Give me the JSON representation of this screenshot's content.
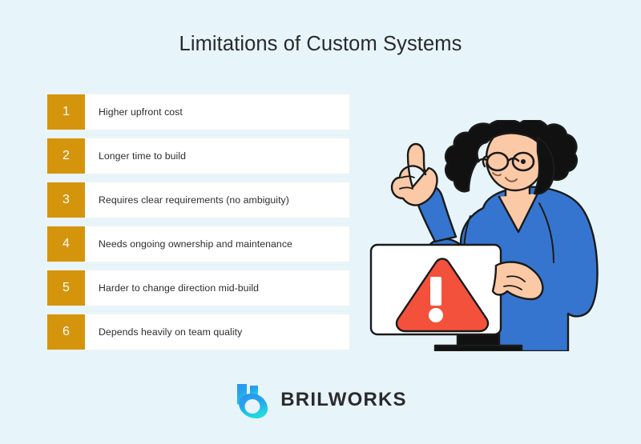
{
  "page": {
    "background_color": "#e7f5fb",
    "title": "Limitations of Custom Systems",
    "title_color": "#2a2a2a"
  },
  "list": {
    "accent_color": "#d4950d",
    "row_background": "#ffffff",
    "text_color": "#2d2d2d",
    "items": [
      {
        "number": "1",
        "label": "Higher upfront cost"
      },
      {
        "number": "2",
        "label": "Longer time to build"
      },
      {
        "number": "3",
        "label": "Requires clear requirements (no ambiguity)"
      },
      {
        "number": "4",
        "label": "Needs ongoing ownership and maintenance"
      },
      {
        "number": "5",
        "label": "Harder to change direction mid-build"
      },
      {
        "number": "6",
        "label": "Depends heavily on team quality"
      }
    ]
  },
  "illustration": {
    "name": "person-pointing-at-monitor-with-warning",
    "alert_color": "#f4513c",
    "shirt_color": "#3575cf",
    "skin_color": "#fbc9a5",
    "hair_color": "#111111",
    "screen_color": "#ffffff",
    "parts": {
      "warning_icon": "warning-triangle-icon",
      "monitor": "monitor",
      "person": "person-figure",
      "pointing_hand": "pointing-hand"
    }
  },
  "footer": {
    "brand_name": "BRILWORKS",
    "brand_text_color": "#2b2b2b",
    "logo_gradient_start": "#2f8ef0",
    "logo_gradient_end": "#22d9dd"
  }
}
